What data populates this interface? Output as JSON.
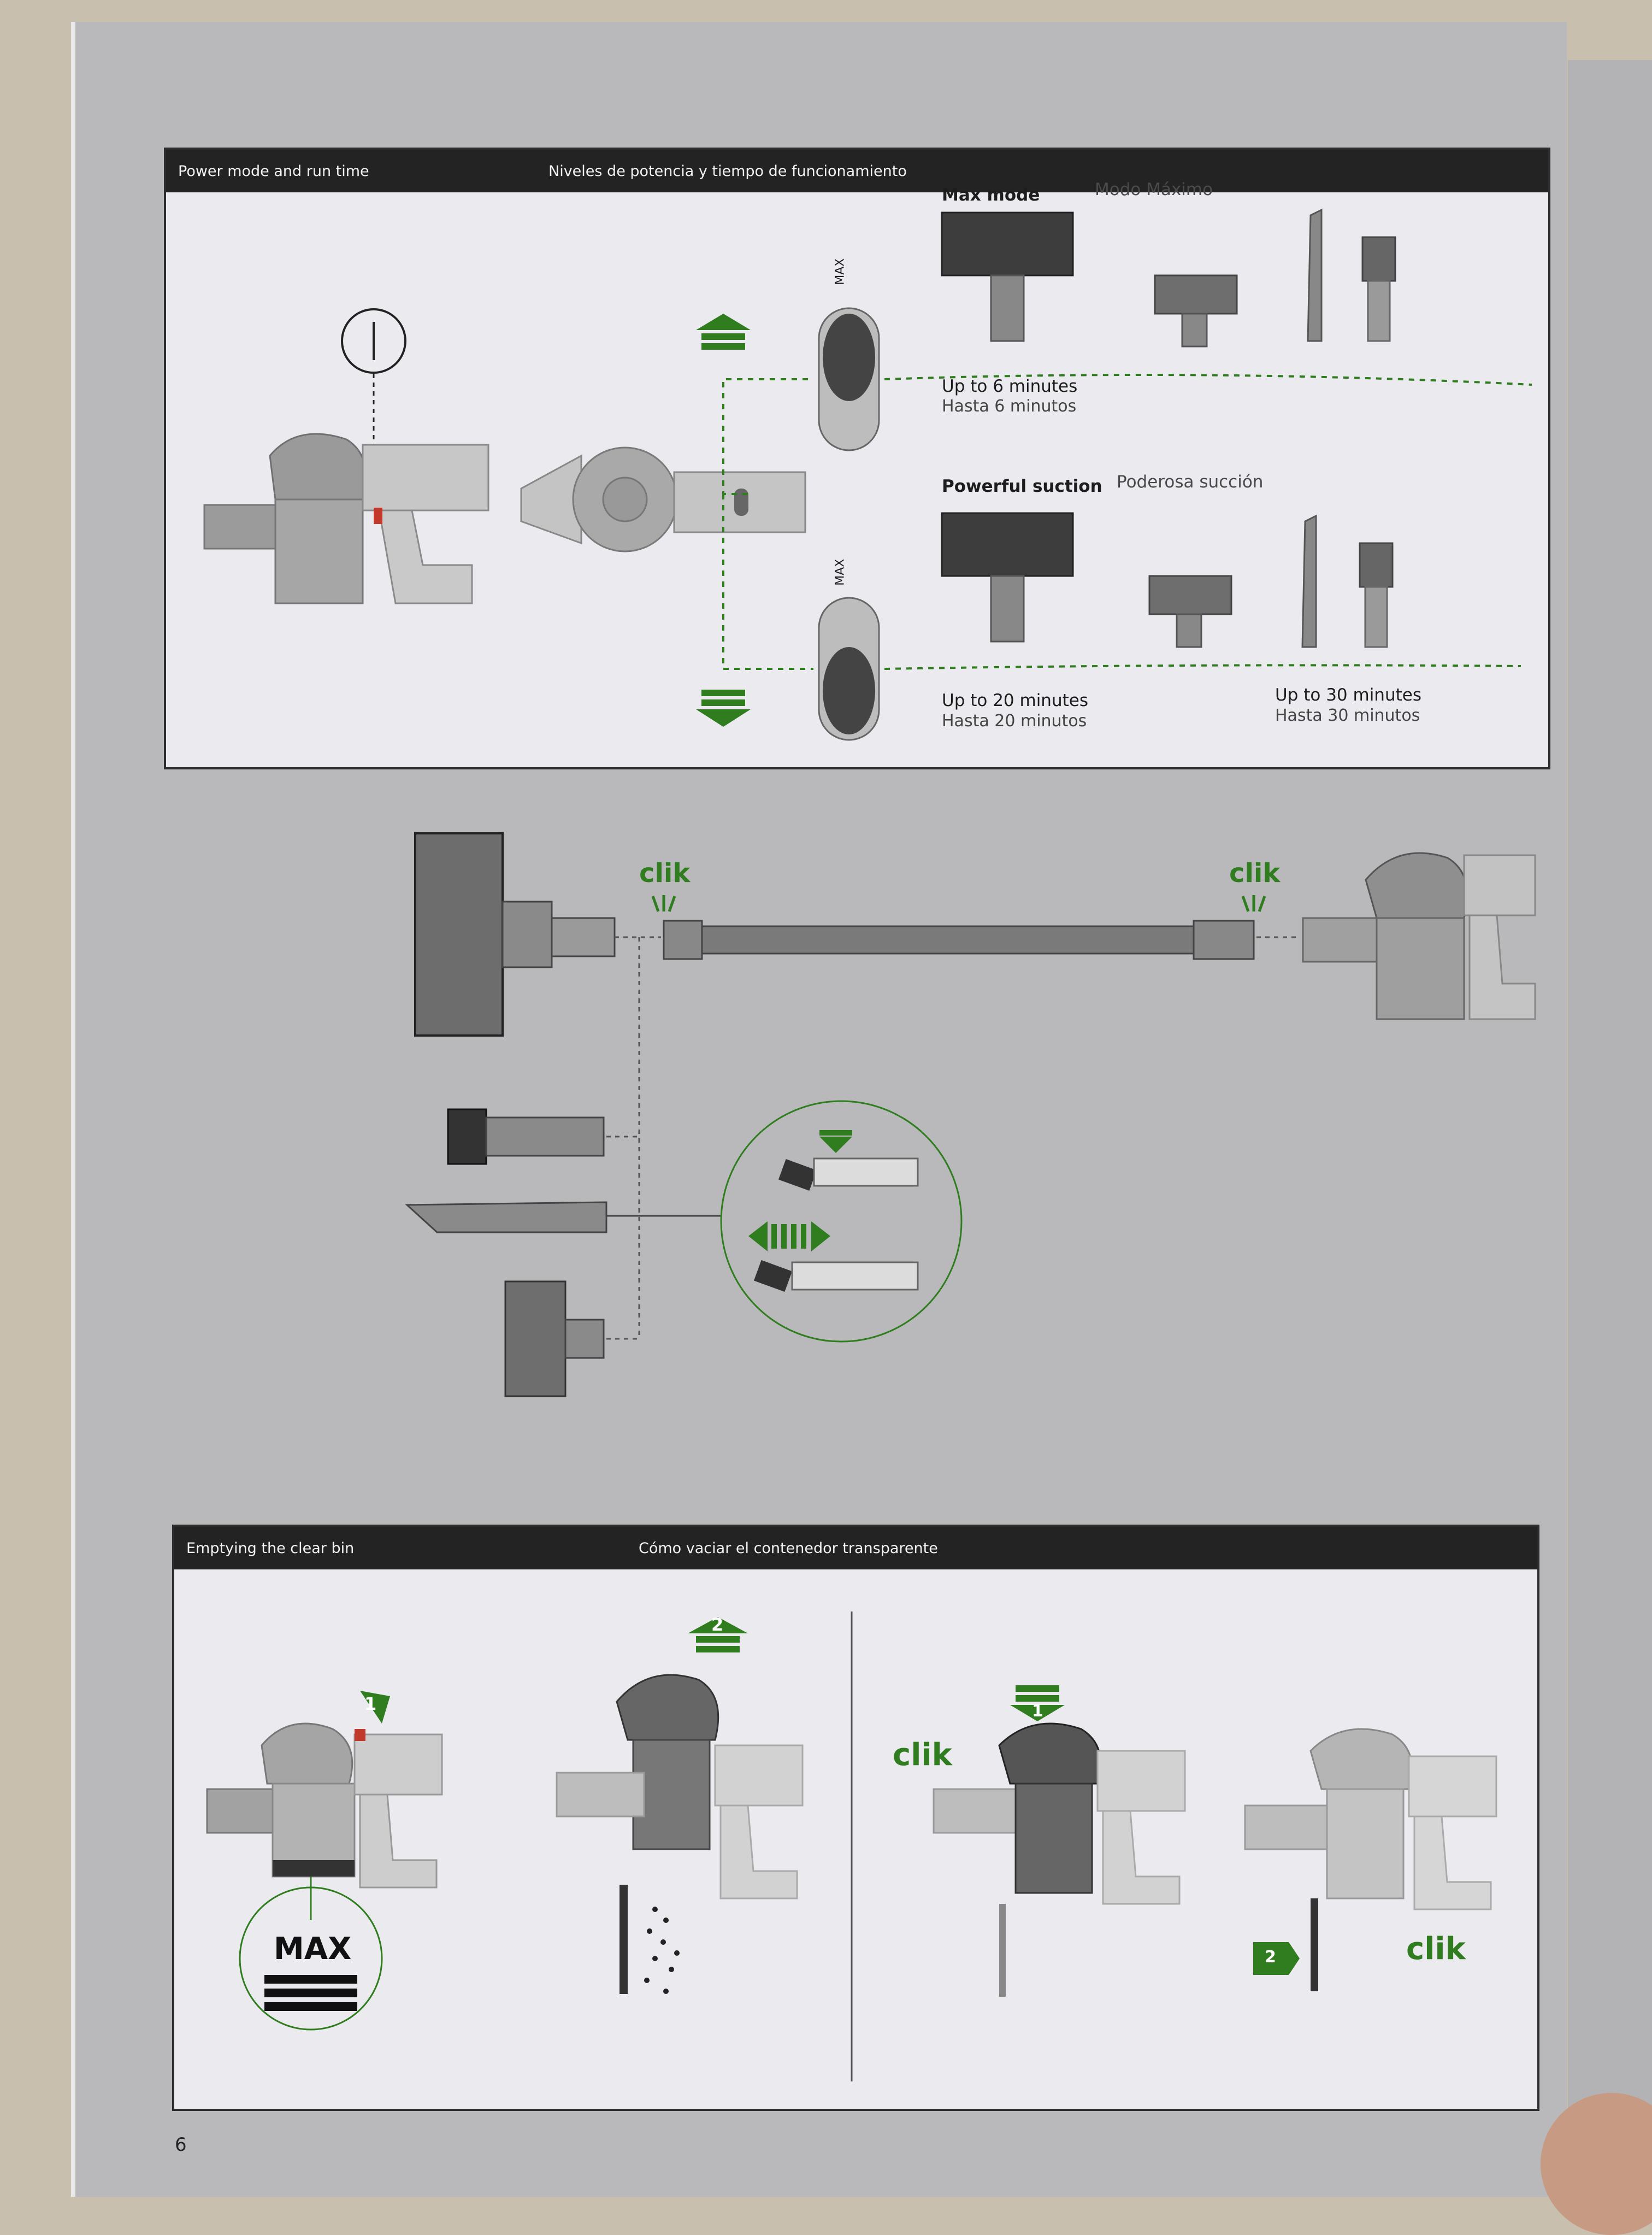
{
  "section_power": {
    "header_en": "Power mode and run time",
    "header_es": "Niveles de potencia y tiempo de funcionamiento",
    "switch_label": "MAX",
    "max_mode": {
      "label_en": "Max mode",
      "label_es": "Modo Máximo",
      "runtime_en": "Up to 6 minutes",
      "runtime_es": "Hasta 6 minutos"
    },
    "powerful": {
      "label_en": "Powerful suction",
      "label_es": "Poderosa succión",
      "runtime_en": "Up to 20 minutes",
      "runtime_es": "Hasta 20 minutos",
      "runtime_tools_en": "Up to 30 minutes",
      "runtime_tools_es": "Hasta 30 minutos"
    }
  },
  "section_assembly": {
    "clik_left": "clik",
    "clik_right": "clik"
  },
  "section_bin": {
    "header_en": "Emptying the clear bin",
    "header_es": "Cómo vaciar el contenedor transparente",
    "step1": "1",
    "step2": "2",
    "max_label": "MAX",
    "clik_1": "clik",
    "clik_2": "clik"
  },
  "page_number": "6",
  "colors": {
    "accent_green": "#2f7d1f",
    "header_bg": "#232323",
    "panel_bg": "#ebeaef",
    "warn_red": "#c0392b"
  }
}
